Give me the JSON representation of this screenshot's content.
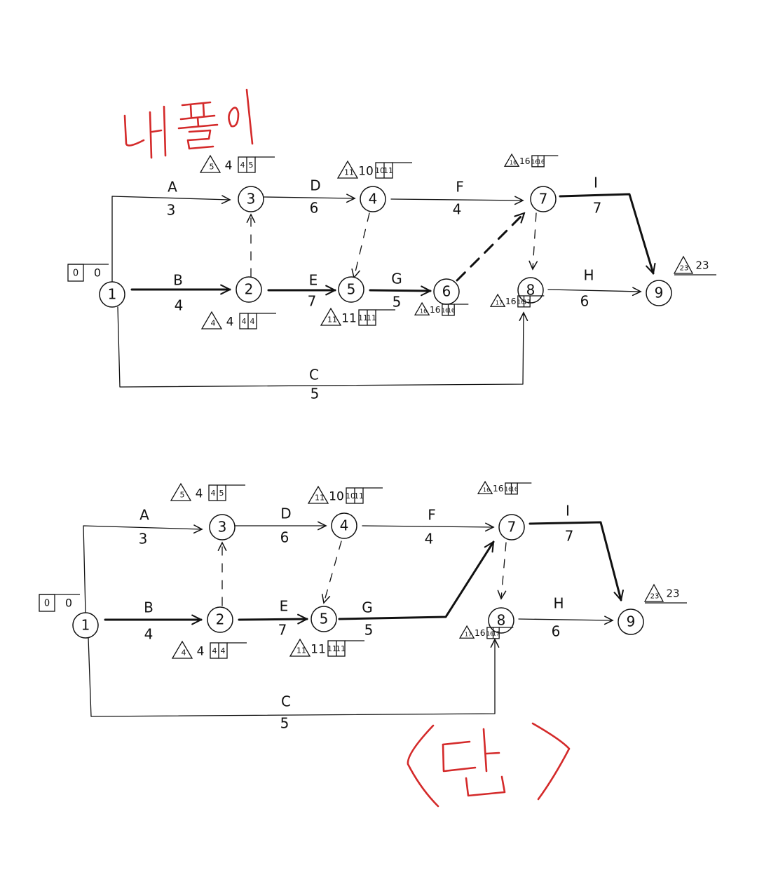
{
  "colors": {
    "ink": "#111111",
    "red": "#d42a2a",
    "background": "#ffffff"
  },
  "title_top": "내 풀이",
  "title_bottom": "〈답〉",
  "diagrams": [
    {
      "id": "mine",
      "nodes": [
        {
          "id": "1",
          "label": "1",
          "et": "0",
          "lt": "0"
        },
        {
          "id": "2",
          "label": "2",
          "et1": "4",
          "et2": "4",
          "lt1": "4",
          "lt2": "4"
        },
        {
          "id": "3",
          "label": "3",
          "et1": "5",
          "et2": "4",
          "lt1": "4",
          "lt2": "5"
        },
        {
          "id": "4",
          "label": "4",
          "et1": "11",
          "et2": "10",
          "lt1": "10",
          "lt2": "11"
        },
        {
          "id": "5",
          "label": "5",
          "et1": "11",
          "et2": "11",
          "lt1": "11",
          "lt2": "11"
        },
        {
          "id": "6",
          "label": "6",
          "et1": "16",
          "et2": "16",
          "lt1": "16",
          "lt2": "16"
        },
        {
          "id": "7",
          "label": "7",
          "et1": "16",
          "et2": "16",
          "lt1": "16",
          "lt2": "16"
        },
        {
          "id": "8",
          "label": "8",
          "et1": "17",
          "et2": "16",
          "lt1": "16",
          "lt2": "17"
        },
        {
          "id": "9",
          "label": "9",
          "et1": "23",
          "et2": "23"
        }
      ],
      "activities": [
        {
          "name": "A",
          "duration": "3"
        },
        {
          "name": "B",
          "duration": "4"
        },
        {
          "name": "C",
          "duration": "5"
        },
        {
          "name": "D",
          "duration": "6"
        },
        {
          "name": "E",
          "duration": "7"
        },
        {
          "name": "F",
          "duration": "4"
        },
        {
          "name": "G",
          "duration": "5"
        },
        {
          "name": "H",
          "duration": "6"
        },
        {
          "name": "I",
          "duration": "7"
        }
      ]
    },
    {
      "id": "answer",
      "nodes": [
        {
          "id": "1",
          "label": "1",
          "et": "0",
          "lt": "0"
        },
        {
          "id": "2",
          "label": "2",
          "et1": "4",
          "et2": "4",
          "lt1": "4",
          "lt2": "4"
        },
        {
          "id": "3",
          "label": "3",
          "et1": "5",
          "et2": "4",
          "lt1": "4",
          "lt2": "5"
        },
        {
          "id": "4",
          "label": "4",
          "et1": "11",
          "et2": "10",
          "lt1": "10",
          "lt2": "11"
        },
        {
          "id": "5",
          "label": "5",
          "et1": "11",
          "et2": "11",
          "lt1": "11",
          "lt2": "11"
        },
        {
          "id": "7",
          "label": "7",
          "et1": "16",
          "et2": "16",
          "lt1": "16",
          "lt2": "16"
        },
        {
          "id": "8",
          "label": "8",
          "et1": "17",
          "et2": "16",
          "lt1": "16",
          "lt2": "17"
        },
        {
          "id": "9",
          "label": "9",
          "et1": "23",
          "et2": "23"
        }
      ],
      "activities": [
        {
          "name": "A",
          "duration": "3"
        },
        {
          "name": "B",
          "duration": "4"
        },
        {
          "name": "C",
          "duration": "5"
        },
        {
          "name": "D",
          "duration": "6"
        },
        {
          "name": "E",
          "duration": "7"
        },
        {
          "name": "F",
          "duration": "4"
        },
        {
          "name": "G",
          "duration": "5"
        },
        {
          "name": "H",
          "duration": "6"
        },
        {
          "name": "I",
          "duration": "7"
        }
      ]
    }
  ]
}
